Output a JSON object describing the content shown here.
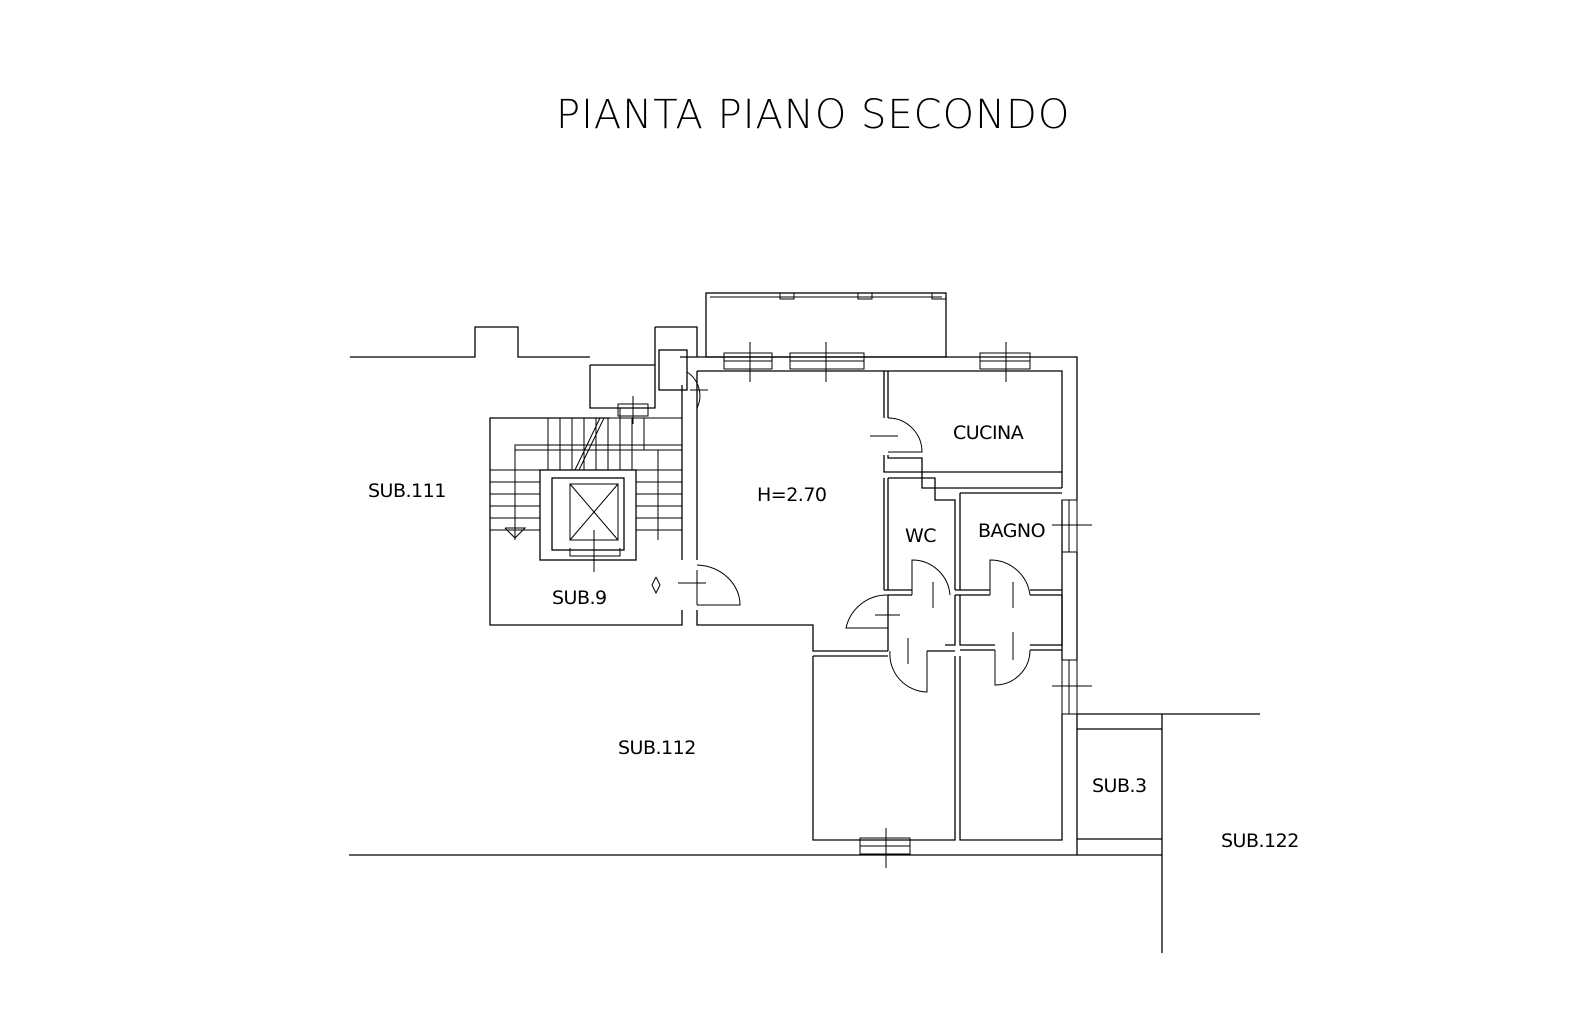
{
  "title": "PIANTA PIANO SECONDO",
  "labels": {
    "sub111": "SUB.111",
    "sub9": "SUB.9",
    "sub112": "SUB.112",
    "sub3": "SUB.3",
    "sub122": "SUB.122",
    "height": "H=2.70",
    "cucina": "CUCINA",
    "wc": "WC",
    "bagno": "BAGNO"
  }
}
